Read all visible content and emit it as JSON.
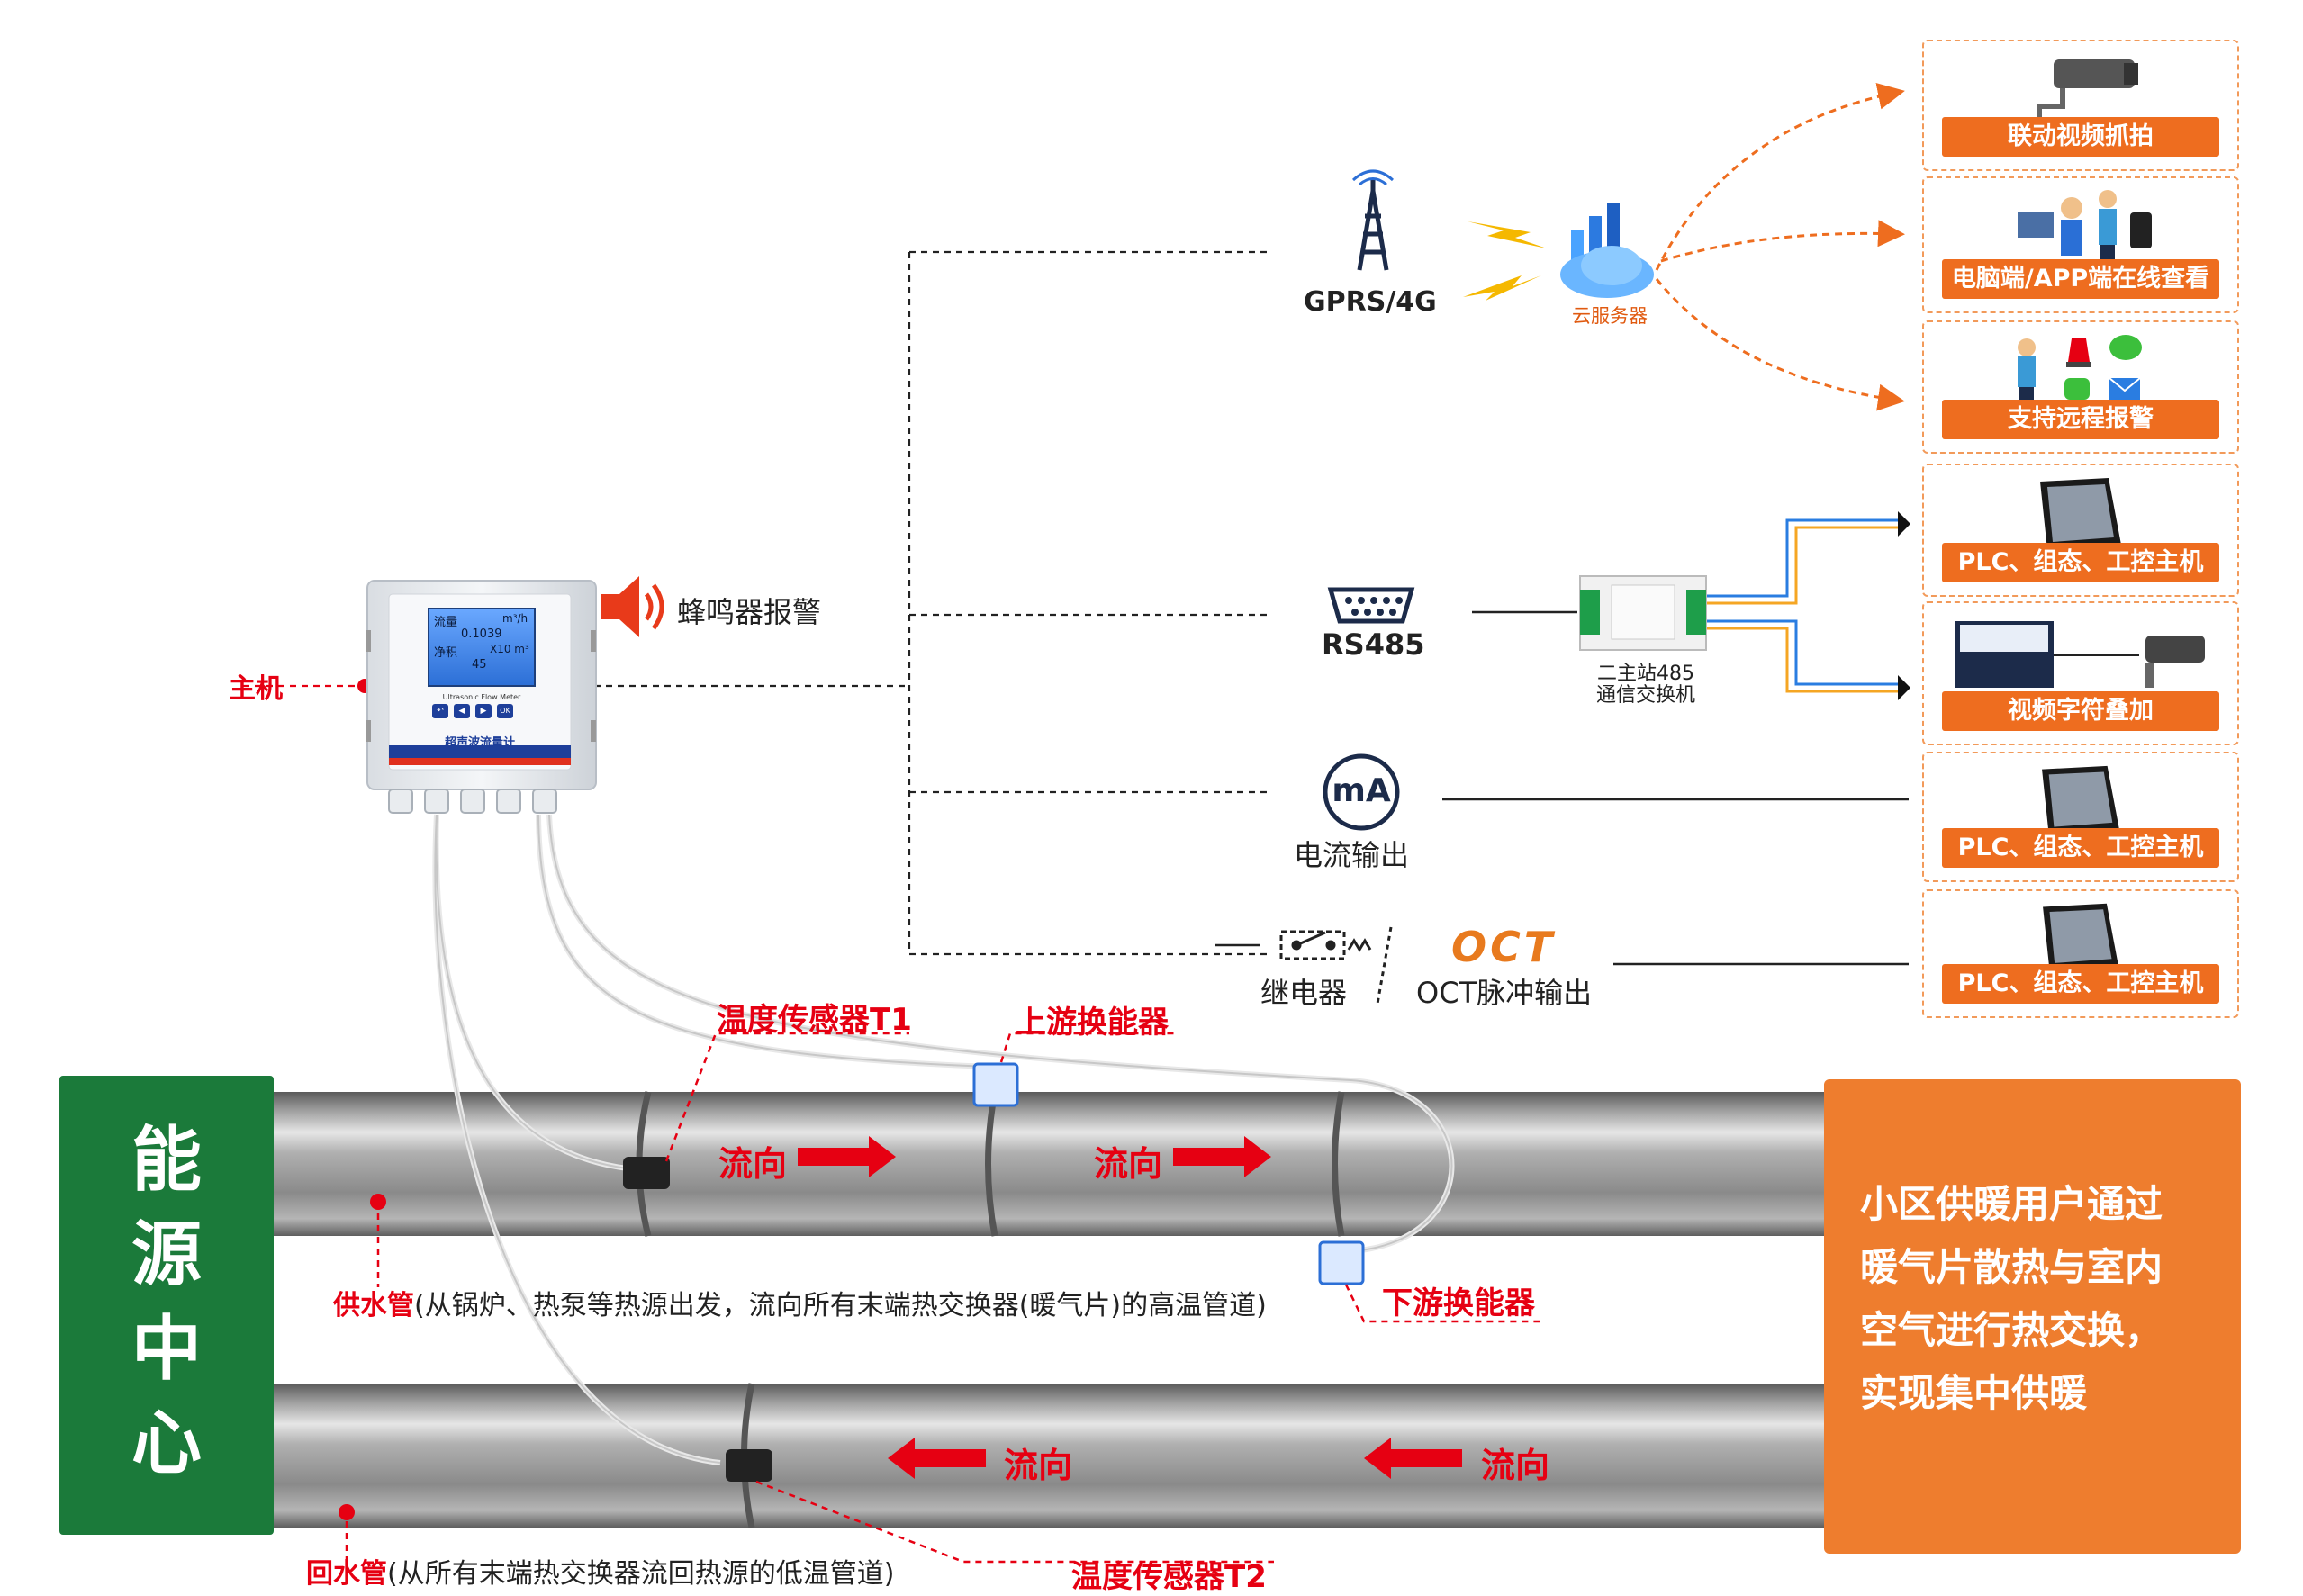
{
  "host_label": "主机",
  "device": {
    "screen_line1_label": "流量",
    "screen_line1_unit": "m³/h",
    "screen_line1_value": "0.1039",
    "screen_line2_label": "净积",
    "screen_line2_unit": "X10 m³",
    "screen_line2_value": "45",
    "model_en": "Ultrasonic Flow Meter",
    "model_cn": "超声波流量计",
    "buttons": [
      "↶",
      "◀",
      "▶",
      "OK"
    ]
  },
  "buzzer_label": "蜂鸣器报警",
  "channels": {
    "gprs": "GPRS/4G",
    "cloud": "云服务器",
    "rs485": "RS485",
    "switch_line1": "二主站485",
    "switch_line2": "通信交换机",
    "ma_symbol": "mA",
    "current": "电流输出",
    "relay": "继电器",
    "oct_logo": "OCT",
    "oct": "OCT脉冲输出"
  },
  "outputs": [
    {
      "label": "联动视频抓拍",
      "icon": "camera-icon"
    },
    {
      "label": "电脑端/APP端在线查看",
      "icon": "people-app-icon"
    },
    {
      "label": "支持远程报警",
      "icon": "alarm-message-icon"
    },
    {
      "label": "PLC、组态、工控主机",
      "icon": "monitor-icon"
    },
    {
      "label": "视频字符叠加",
      "icon": "video-overlay-icon"
    },
    {
      "label": "PLC、组态、工控主机",
      "icon": "monitor-icon"
    },
    {
      "label": "PLC、组态、工控主机",
      "icon": "monitor-icon"
    }
  ],
  "sensors": {
    "t1": "温度传感器T1",
    "upstream": "上游换能器",
    "downstream": "下游换能器",
    "t2": "温度传感器T2"
  },
  "flow_label": "流向",
  "energy_center": [
    "能",
    "源",
    "中",
    "心"
  ],
  "supply_pipe": {
    "title": "供水管",
    "desc": "(从锅炉、热泵等热源出发，流向所有末端热交换器(暖气片)的高温管道)"
  },
  "return_pipe": {
    "title": "回水管",
    "desc": "(从所有末端热交换器流回热源的低温管道)"
  },
  "user_side": [
    "小区供暖用户通过",
    "暖气片散热与室内",
    "空气进行热交换，",
    "实现集中供暖"
  ],
  "colors": {
    "accent": "#ee6d1f",
    "red": "#e60012",
    "green": "#1b7a3a"
  }
}
